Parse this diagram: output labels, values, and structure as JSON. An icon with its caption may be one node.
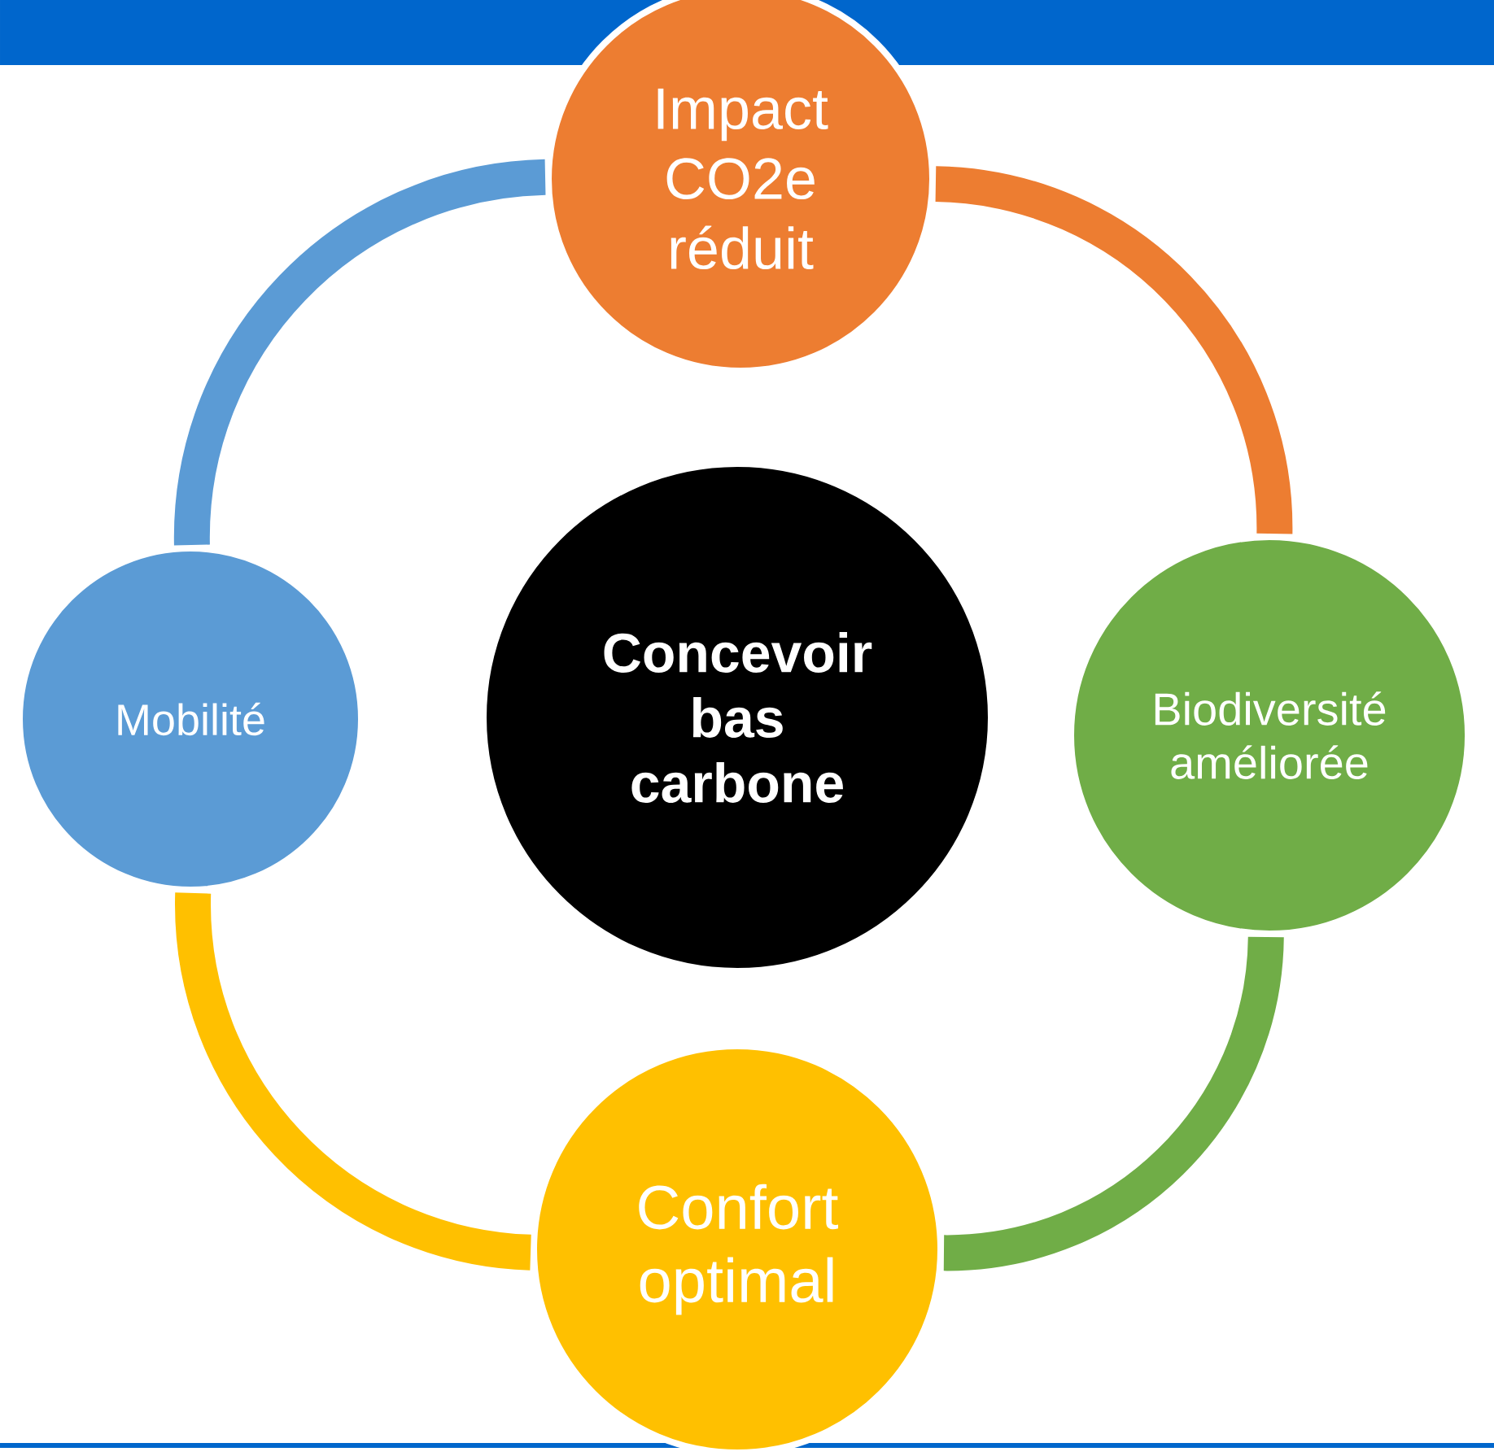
{
  "diagram": {
    "nodes": [
      {
        "text": [
          "Impact CO2e réduit"
        ]
      },
      {
        "text": [
          "Mobilité"
        ]
      },
      {
        "text": [
          "Concevoir bas carbone"
        ]
      },
      {
        "text": [
          "Biodiversité améliorée"
        ]
      },
      {
        "text": [
          "Confort optimal"
        ]
      }
    ],
    "edges": [
      {
        "from": 0,
        "to": 3,
        "arrow": "none",
        "color": "#ed7d31"
      },
      {
        "from": 3,
        "to": 4,
        "arrow": "none",
        "color": "#70ad47"
      },
      {
        "from": 4,
        "to": 1,
        "arrow": "none",
        "color": "#ffc000"
      },
      {
        "from": 1,
        "to": 0,
        "arrow": "none",
        "color": "#5b9bd5"
      }
    ]
  }
}
